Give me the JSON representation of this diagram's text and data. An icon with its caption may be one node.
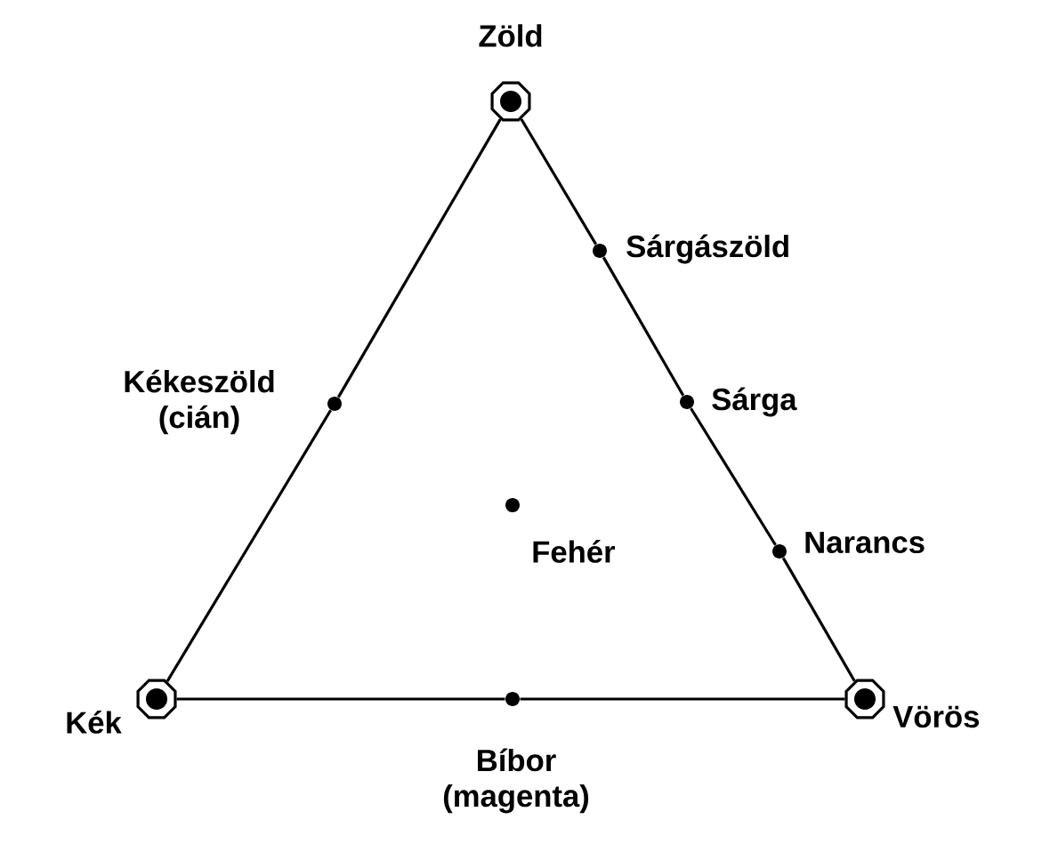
{
  "diagram": {
    "nodes": [
      {
        "text": [
          "Zöld"
        ]
      },
      {
        "text": [
          "Sárgászöld"
        ]
      },
      {
        "text": [
          "Kékeszöld (cián)"
        ]
      },
      {
        "text": [
          "Sárga"
        ]
      },
      {
        "text": [
          "Fehér"
        ]
      },
      {
        "text": [
          "Narancs"
        ]
      },
      {
        "text": [
          "Kék"
        ]
      },
      {
        "text": [
          "Bíbor (magenta)"
        ]
      },
      {
        "text": [
          "Vörös"
        ]
      }
    ],
    "edges": [
      {
        "from": 0,
        "to": 1,
        "arrow": "none"
      },
      {
        "from": 1,
        "to": 3,
        "arrow": "none"
      },
      {
        "from": 3,
        "to": 5,
        "arrow": "none"
      },
      {
        "from": 5,
        "to": 8,
        "arrow": "none"
      },
      {
        "from": 0,
        "to": 2,
        "arrow": "none"
      },
      {
        "from": 2,
        "to": 6,
        "arrow": "none"
      },
      {
        "from": 6,
        "to": 7,
        "arrow": "none"
      },
      {
        "from": 7,
        "to": 8,
        "arrow": "none"
      }
    ]
  }
}
